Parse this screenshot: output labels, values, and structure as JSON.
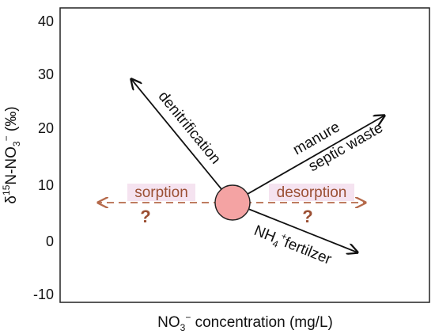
{
  "y_axis": {
    "ticks": [
      "40",
      "30",
      "20",
      "10",
      "0",
      "-10"
    ],
    "title_delta": "δ",
    "title_sup": "15",
    "title_mid": "N-NO",
    "title_sub": "3",
    "title_sup2": "−",
    "title_unit": " (‰)"
  },
  "x_axis": {
    "title_pre": "NO",
    "title_sub": "3",
    "title_sup": "−",
    "title_post": " concentration (mg/L)"
  },
  "processes": {
    "denitrification": "denitrification",
    "manure": "manure",
    "septic_waste": "septic waste",
    "sorption": "sorption",
    "desorption": "desorption",
    "question": "?",
    "fertilizer_pre": "NH",
    "fertilizer_sub": "4",
    "fertilizer_sup": "+",
    "fertilizer_post": "fertilzer"
  },
  "colors": {
    "frame": "#222222",
    "arrow": "#111111",
    "dashed_arrow": "#b5694a",
    "brown_text": "#9b4f33",
    "label_highlight": "#f5e3f0",
    "origin_fill": "#f4a3a3",
    "origin_stroke": "#222222"
  }
}
